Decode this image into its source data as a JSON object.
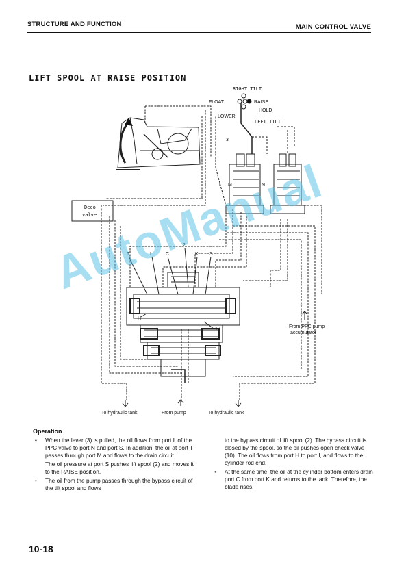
{
  "header": {
    "left": "STRUCTURE AND FUNCTION",
    "right": "MAIN CONTROL VALVE"
  },
  "section_title": "LIFT SPOOL AT RAISE POSITION",
  "diagram": {
    "lever_labels": {
      "right_tilt": "RIGHT TILT",
      "float": "FLOAT",
      "raise": "RAISE",
      "hold": "HOLD",
      "lower": "LOWER",
      "left_tilt": "LEFT TILT",
      "lever_number": "3"
    },
    "deco_valve": [
      "Deco",
      "valve"
    ],
    "port_labels": {
      "L": "L",
      "M": "M",
      "N": "N",
      "T": "T",
      "I": "I",
      "C": "C",
      "two": "2",
      "K": "K",
      "S": "S",
      "H": "H",
      "ten": "10"
    },
    "from_ppc": [
      "From PPC pump",
      "accumulator"
    ],
    "bottom_labels": [
      "To hydraulic tank",
      "From pump",
      "To hydraulic tank"
    ]
  },
  "watermark": "AutoManual",
  "operation": {
    "heading": "Operation",
    "left_paragraphs": [
      {
        "bullet": "•",
        "text": "When the lever (3) is pulled, the oil flows from port L of the PPC valve to port N and port S. In addition, the oil at port T passes through port M and flows to the drain circuit."
      },
      {
        "bullet": "",
        "text": "The oil pressure at port S pushes lift spool (2) and moves it to the RAISE position."
      },
      {
        "bullet": "•",
        "text": "The oil from the pump passes through the bypass circuit of the tilt spool and flows"
      }
    ],
    "right_paragraphs": [
      {
        "bullet": "",
        "text": "to the bypass circuit of lift spool (2). The bypass circuit is closed by the spool, so the oil pushes open check valve (10). The oil flows from port H to port I, and flows to the cylinder rod end."
      },
      {
        "bullet": "•",
        "text": "At the same time, the oil at the cylinder bottom enters drain port C from port K and returns to the tank. Therefore, the blade rises."
      }
    ]
  },
  "page_number": "10-18"
}
